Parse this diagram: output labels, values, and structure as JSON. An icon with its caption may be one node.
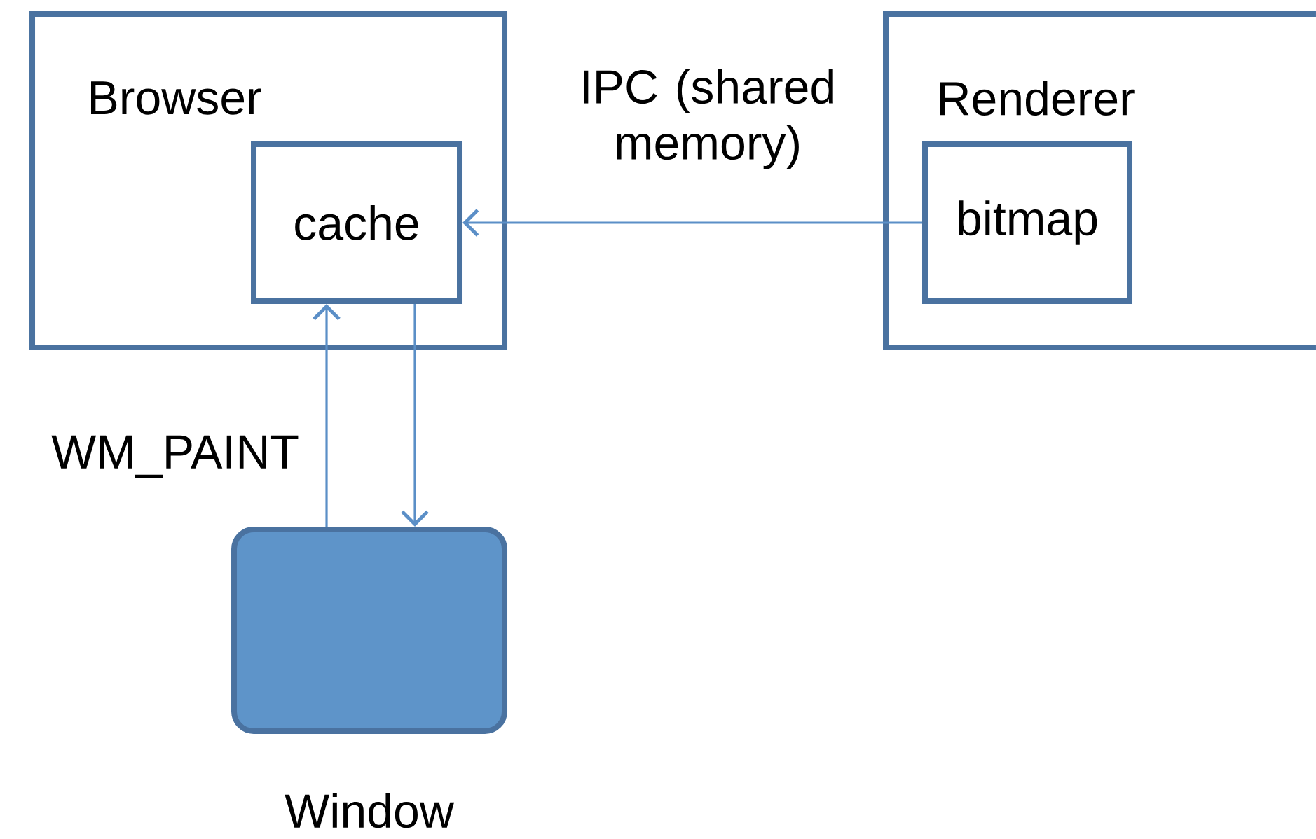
{
  "diagram": {
    "nodes": [
      {
        "text": [
          "Browser"
        ]
      },
      {
        "text": [
          "cache"
        ],
        "in": 0
      },
      {
        "text": [
          "Renderer"
        ]
      },
      {
        "text": [
          "bitmap"
        ],
        "in": 2
      },
      {
        "text": [],
        "shape": "box",
        "beside": [
          "Window"
        ]
      }
    ],
    "edges": [
      {
        "from": 3,
        "to": 1,
        "arrow": "to",
        "label": "IPC (shared memory)"
      },
      {
        "from": 4,
        "to": 1,
        "arrow": "to",
        "label": "WM_PAINT"
      },
      {
        "from": 1,
        "to": 4,
        "arrow": "to"
      }
    ]
  }
}
